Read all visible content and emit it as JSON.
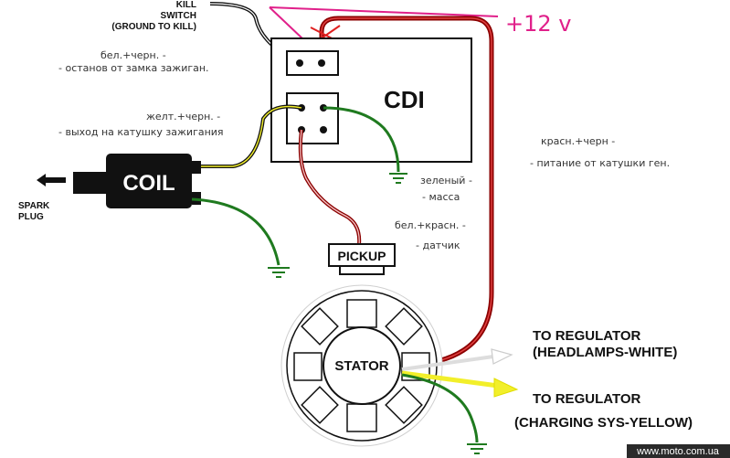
{
  "labels": {
    "kill_switch_1": "KILL",
    "kill_switch_2": "SWITCH",
    "kill_switch_3": "(GROUND TO KILL)",
    "cdi": "CDI",
    "coil": "COIL",
    "spark_plug_1": "SPARK",
    "spark_plug_2": "PLUG",
    "pickup": "PICKUP",
    "stator": "STATOR",
    "to_regulator_headlamps_1": "TO REGULATOR",
    "to_regulator_headlamps_2": "(HEADLAMPS-WHITE)",
    "to_regulator_charging_1": "TO REGULATOR",
    "to_regulator_charging_2": "(CHARGING SYS-YELLOW)",
    "plus12v": "+12 v"
  },
  "annotations": {
    "white_black_1": "бел.+черн. -",
    "white_black_2": "- останов от замка зажиган.",
    "yellow_black_1": "желт.+черн. -",
    "yellow_black_2": "- выход на катушку зажигания",
    "red_black_1": "красн.+черн -",
    "red_black_2": "- питание от катушки ген.",
    "green_1": "зеленый -",
    "green_2": "- масса",
    "white_red_1": "бел.+красн. -",
    "white_red_2": "- датчик"
  },
  "footer": {
    "site": "www.moto.com.ua"
  },
  "colors": {
    "red_wire": "#8b0000",
    "red_wire_core": "#e04040",
    "green_wire": "#1f7a1f",
    "yellow_wire": "#f2ef2a",
    "pink_mark": "#e0208a",
    "x_mark": "#e02020",
    "box_border": "#111111"
  }
}
